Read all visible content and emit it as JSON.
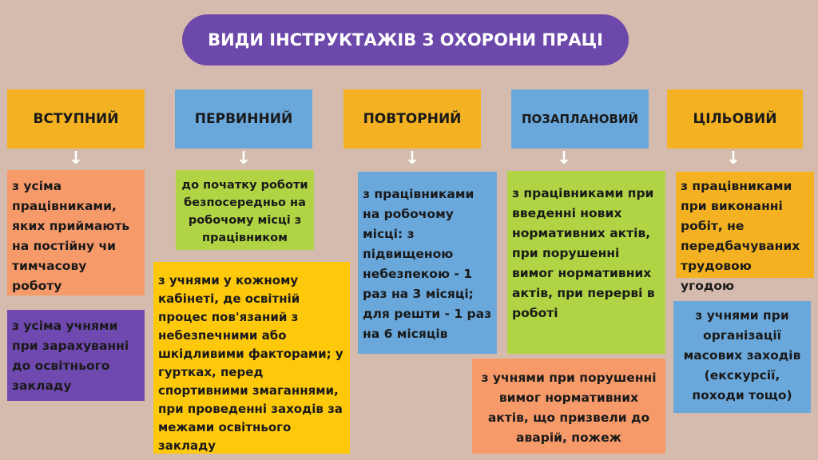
{
  "title": "ВИДИ ІНСТРУКТАЖІВ З ОХОРОНИ ПРАЦІ",
  "headers": [
    "ВСТУПНИЙ",
    "ПЕРВИННИЙ",
    "ПОВТОРНИЙ",
    "ПОЗАПЛАНОВИЙ",
    "ЦІЛЬОВИЙ"
  ],
  "boxes": {
    "intro_workers": "з усіма працівниками, яких приймають на постійну чи тимчасову роботу",
    "intro_students": "з усіма учнями при зарахуванні до освітнього закладу",
    "primary_workers": "до початку роботи безпосередньо на робочому місці з працівником",
    "primary_students": "з учнями у кожному кабінеті, де освітній процес пов'язаний з небезпечними або шкідливими факторами; у гуртках, перед спортивними змаганнями, при проведенні заходів за межами освітнього закладу",
    "repeat_workers": "з працівниками на робочому місці: з підвищеною небезпекою - 1 раз на 3 місяці; для решти - 1 раз на 6 місяців",
    "unscheduled_workers": "з працівниками при введенні нових нормативних актів, при порушенні вимог нормативних актів, при перерві в роботі",
    "unscheduled_students": "з учнями при порушенні вимог нормативних актів, що призвели до аварій, пожеж",
    "target_workers": "з працівниками при виконанні робіт, не передбачуваних трудовою угодою",
    "target_students": "з учнями при організації масових заходів (екскурсії, походи тощо)"
  },
  "arrow_glyph": "↓"
}
